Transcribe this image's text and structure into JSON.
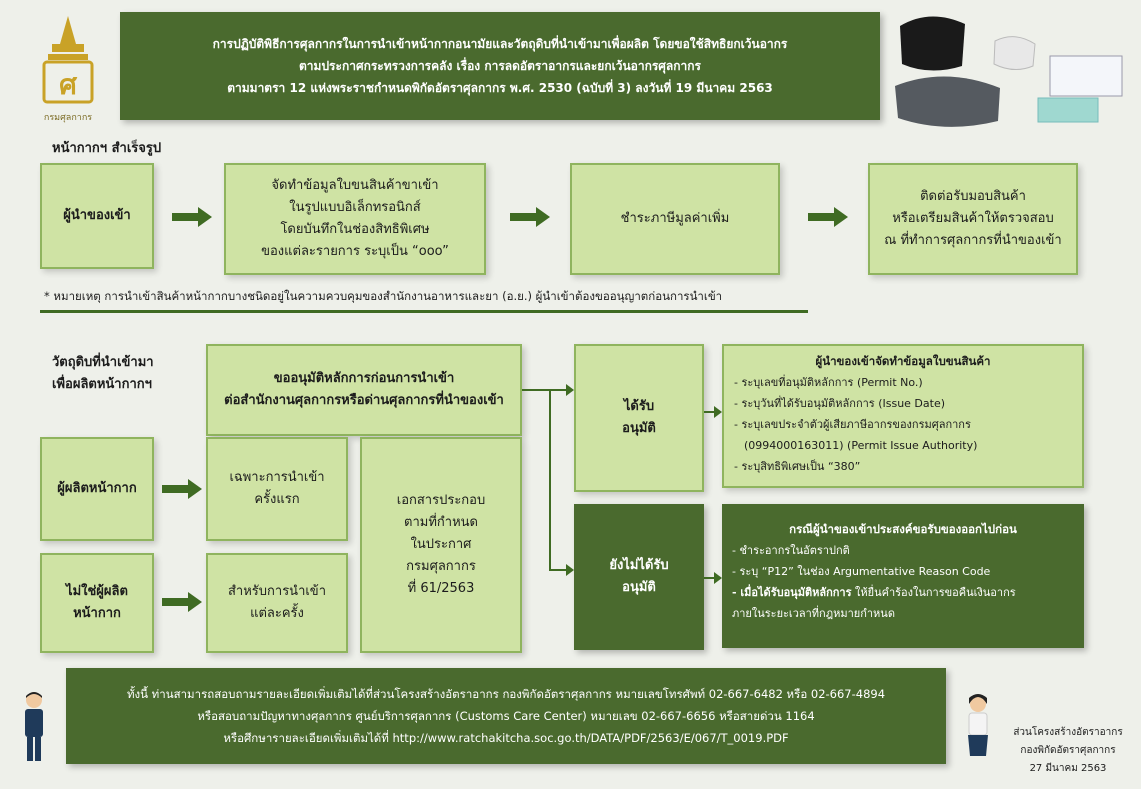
{
  "header": {
    "org_name": "กรมศุลกากร",
    "title_lines": [
      "การปฏิบัติพิธีการศุลกากรในการนำเข้าหน้ากากอนามัยและวัตถุดิบที่นำเข้ามาเพื่อผลิต โดยขอใช้สิทธิยกเว้นอากร",
      "ตามประกาศกระทรวงการคลัง เรื่อง การลดอัตราอากรและยกเว้นอากรศุลกากร",
      "ตามมาตรา 12 แห่งพระราชกำหนดพิกัดอัตราศุลกากร พ.ศ. 2530 (ฉบับที่ 3) ลงวันที่ 19 มีนาคม 2563"
    ]
  },
  "section1": {
    "label": "หน้ากากฯ สำเร็จรูป",
    "importer": "ผู้นำของเข้า",
    "step2": [
      "จัดทำข้อมูลใบขนสินค้าขาเข้า",
      "ในรูปแบบอิเล็กทรอนิกส์",
      "โดยบันทึกในช่องสิทธิพิเศษ",
      "ของแต่ละรายการ ระบุเป็น “ooo”"
    ],
    "step3": "ชำระภาษีมูลค่าเพิ่ม",
    "step4": [
      "ติดต่อรับมอบสินค้า",
      "หรือเตรียมสินค้าให้ตรวจสอบ",
      "ณ ที่ทำการศุลกากรที่นำของเข้า"
    ],
    "note": "* หมายเหตุ การนำเข้าสินค้าหน้ากากบางชนิดอยู่ในความควบคุมของสำนักงานอาหารและยา (อ.ย.) ผู้นำเข้าต้องขออนุญาตก่อนการนำเข้า"
  },
  "section2": {
    "label": [
      "วัตถุดิบที่นำเข้ามา",
      "เพื่อผลิตหน้ากากฯ"
    ],
    "request": [
      "ขออนุมัติหลักการก่อนการนำเข้า",
      "ต่อสำนักงานศุลกากรหรือด่านศุลกากรที่นำของเข้า"
    ],
    "manufacturer": "ผู้ผลิตหน้ากาก",
    "non_manufacturer": [
      "ไม่ใช่ผู้ผลิต",
      "หน้ากาก"
    ],
    "first_import": [
      "เฉพาะการนำเข้า",
      "ครั้งแรก"
    ],
    "each_import": [
      "สำหรับการนำเข้า",
      "แต่ละครั้ง"
    ],
    "documents": [
      "เอกสารประกอบ",
      "ตามที่กำหนด",
      "ในประกาศ",
      "กรมศุลกากร",
      "ที่ 61/2563"
    ],
    "approved": [
      "ได้รับ",
      "อนุมัติ"
    ],
    "not_approved": [
      "ยังไม่ได้รับ",
      "อนุมัติ"
    ],
    "approved_detail": {
      "title": "ผู้นำของเข้าจัดทำข้อมูลใบขนสินค้า",
      "items": [
        "- ระบุเลขที่อนุมัติหลักการ (Permit No.)",
        "- ระบุวันที่ได้รับอนุมัติหลักการ (Issue Date)",
        "- ระบุเลขประจำตัวผู้เสียภาษีอากรของกรมศุลกากร",
        "(0994000163011) (Permit Issue Authority)",
        "- ระบุสิทธิพิเศษเป็น “380”"
      ]
    },
    "not_approved_detail": {
      "title": "กรณีผู้นำของเข้าประสงค์ขอรับของออกไปก่อน",
      "items": [
        "- ชำระอากรในอัตราปกติ",
        "- ระบุ “P12” ในช่อง Argumentative Reason Code"
      ],
      "bold_prefix": "- เมื่อได้รับอนุมัติหลักการ",
      "last_rest": " ให้ยื่นคำร้องในการขอคืนเงินอากร",
      "last_line2": "ภายในระยะเวลาที่กฎหมายกำหนด"
    }
  },
  "footer": {
    "lines": [
      "ทั้งนี้ ท่านสามารถสอบถามรายละเอียดเพิ่มเติมได้ที่ส่วนโครงสร้างอัตราอากร กองพิกัดอัตราศุลกากร หมายเลขโทรศัพท์ 02-667-6482 หรือ 02-667-4894",
      "หรือสอบถามปัญหาทางศุลกากร ศูนย์บริการศุลกากร (Customs Care Center) หมายเลข 02-667-6656 หรือสายด่วน 1164",
      "หรือศึกษารายละเอียดเพิ่มเติมได้ที่ http://www.ratchakitcha.soc.go.th/DATA/PDF/2563/E/067/T_0019.PDF"
    ],
    "signature": [
      "ส่วนโครงสร้างอัตราอากร",
      "กองพิกัดอัตราศุลกากร",
      "27 มีนาคม 2563"
    ]
  },
  "colors": {
    "dark_green": "#4a6a2e",
    "light_green": "#cfe3a4",
    "border_green": "#8fb45e",
    "background": "#eef0ea"
  }
}
